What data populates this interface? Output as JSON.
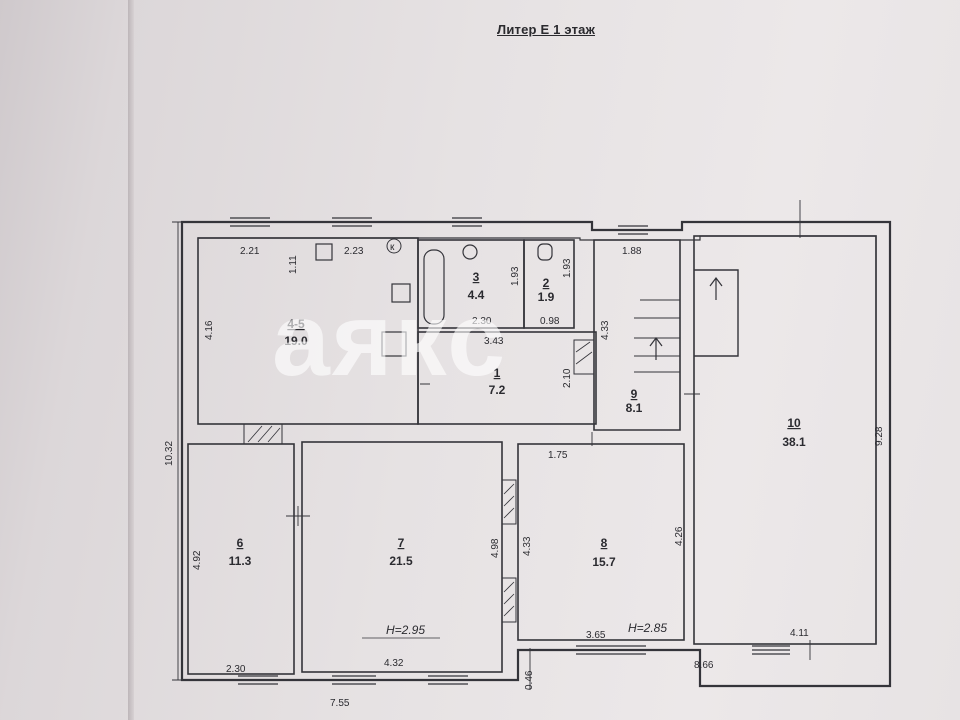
{
  "title": "Литер Е 1 этаж",
  "watermark": "аякс",
  "colors": {
    "paper": "#e6e2e3",
    "ink": "#2b2b30",
    "accent_line": "#7a7a82"
  },
  "rooms": [
    {
      "number": "1",
      "area": "7.2"
    },
    {
      "number": "2",
      "area": "1.9"
    },
    {
      "number": "3",
      "area": "4.4"
    },
    {
      "number": "4-5",
      "area": "19.0"
    },
    {
      "number": "6",
      "area": "11.3"
    },
    {
      "number": "7",
      "area": "21.5"
    },
    {
      "number": "8",
      "area": "15.7"
    },
    {
      "number": "9",
      "area": "8.1"
    },
    {
      "number": "10",
      "area": "38.1"
    }
  ],
  "dimensions": {
    "d_2_21": "2.21",
    "d_1_11": "1.11",
    "d_2_23": "2.23",
    "d_4_16": "4.16",
    "d_1_93a": "1.93",
    "d_1_93b": "1.93",
    "d_1_88": "1.88",
    "d_2_30a": "2.30",
    "d_0_98": "0.98",
    "d_3_43": "3.43",
    "d_4_33a": "4.33",
    "d_2_10": "2.10",
    "d_10_32": "10.32",
    "d_9_28": "9.28",
    "d_1_75": "1.75",
    "d_4_92": "4.92",
    "d_4_98": "4.98",
    "d_4_33b": "4.33",
    "d_4_26": "4.26",
    "d_3_65": "3.65",
    "d_4_11": "4.11",
    "d_8_66": "8.66",
    "d_2_30b": "2.30",
    "d_4_32": "4.32",
    "d_0_46": "0.46",
    "d_7_55": "7.55"
  },
  "ceiling_heights": {
    "h1": "H=2.95",
    "h2": "H=2.85"
  },
  "symbols": {
    "kitchen_mark": "к"
  }
}
